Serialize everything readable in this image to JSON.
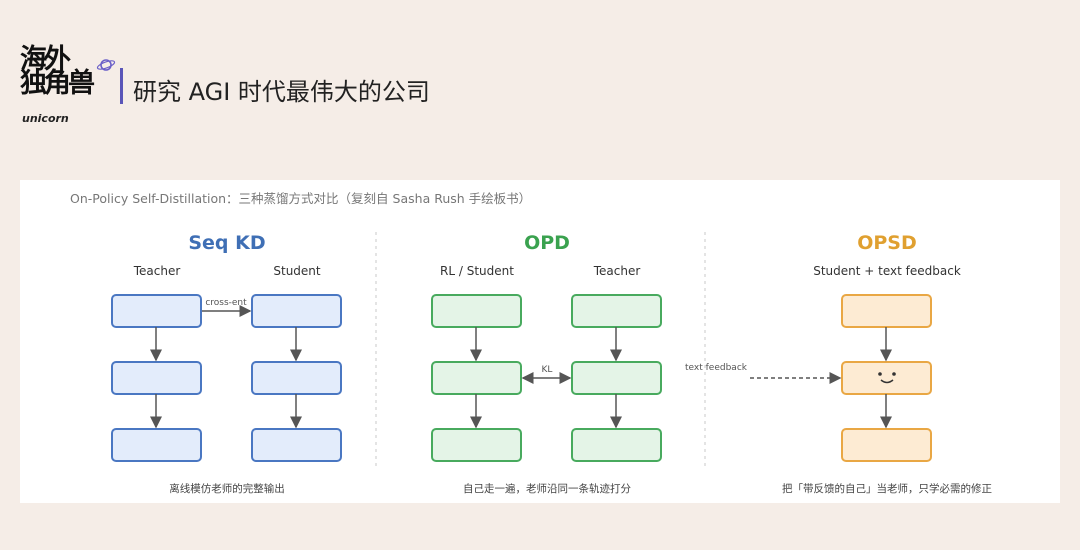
{
  "header": {
    "logo_text_lines": [
      "海外",
      "独角兽"
    ],
    "logo_brand": "unicorn",
    "title": "研究 AGI 时代最伟大的公司"
  },
  "figure": {
    "caption": "On-Policy Self-Distillation：三种蒸馏方式对比（复刻自 Sasha Rush 手绘板书）",
    "sections": [
      {
        "title": "Seq KD",
        "color": "#3f6fb5",
        "columns": [
          "Teacher",
          "Student"
        ],
        "edge_label": "cross-ent",
        "footer": "离线模仿老师的完整输出"
      },
      {
        "title": "OPD",
        "color": "#3aa24f",
        "columns": [
          "RL / Student",
          "Teacher"
        ],
        "edge_label": "KL",
        "footer": "自己走一遍，老师沿同一条轨迹打分"
      },
      {
        "title": "OPSD",
        "color": "#e0a030",
        "columns": [
          "Student + text feedback"
        ],
        "edge_label": "text feedback",
        "face": "ᵕ‿ᵕ",
        "footer": "把「带反馈的自己」当老师，只学必需的修正"
      }
    ]
  },
  "colors": {
    "seq_stroke": "#4a77c2",
    "seq_fill": "#e3ecfb",
    "opd_stroke": "#48aa5e",
    "opd_fill": "#e4f4e7",
    "opsd_stroke": "#e9a744",
    "opsd_fill": "#fdebd3",
    "arrow": "#555555",
    "divider": "#c8c8c8"
  }
}
